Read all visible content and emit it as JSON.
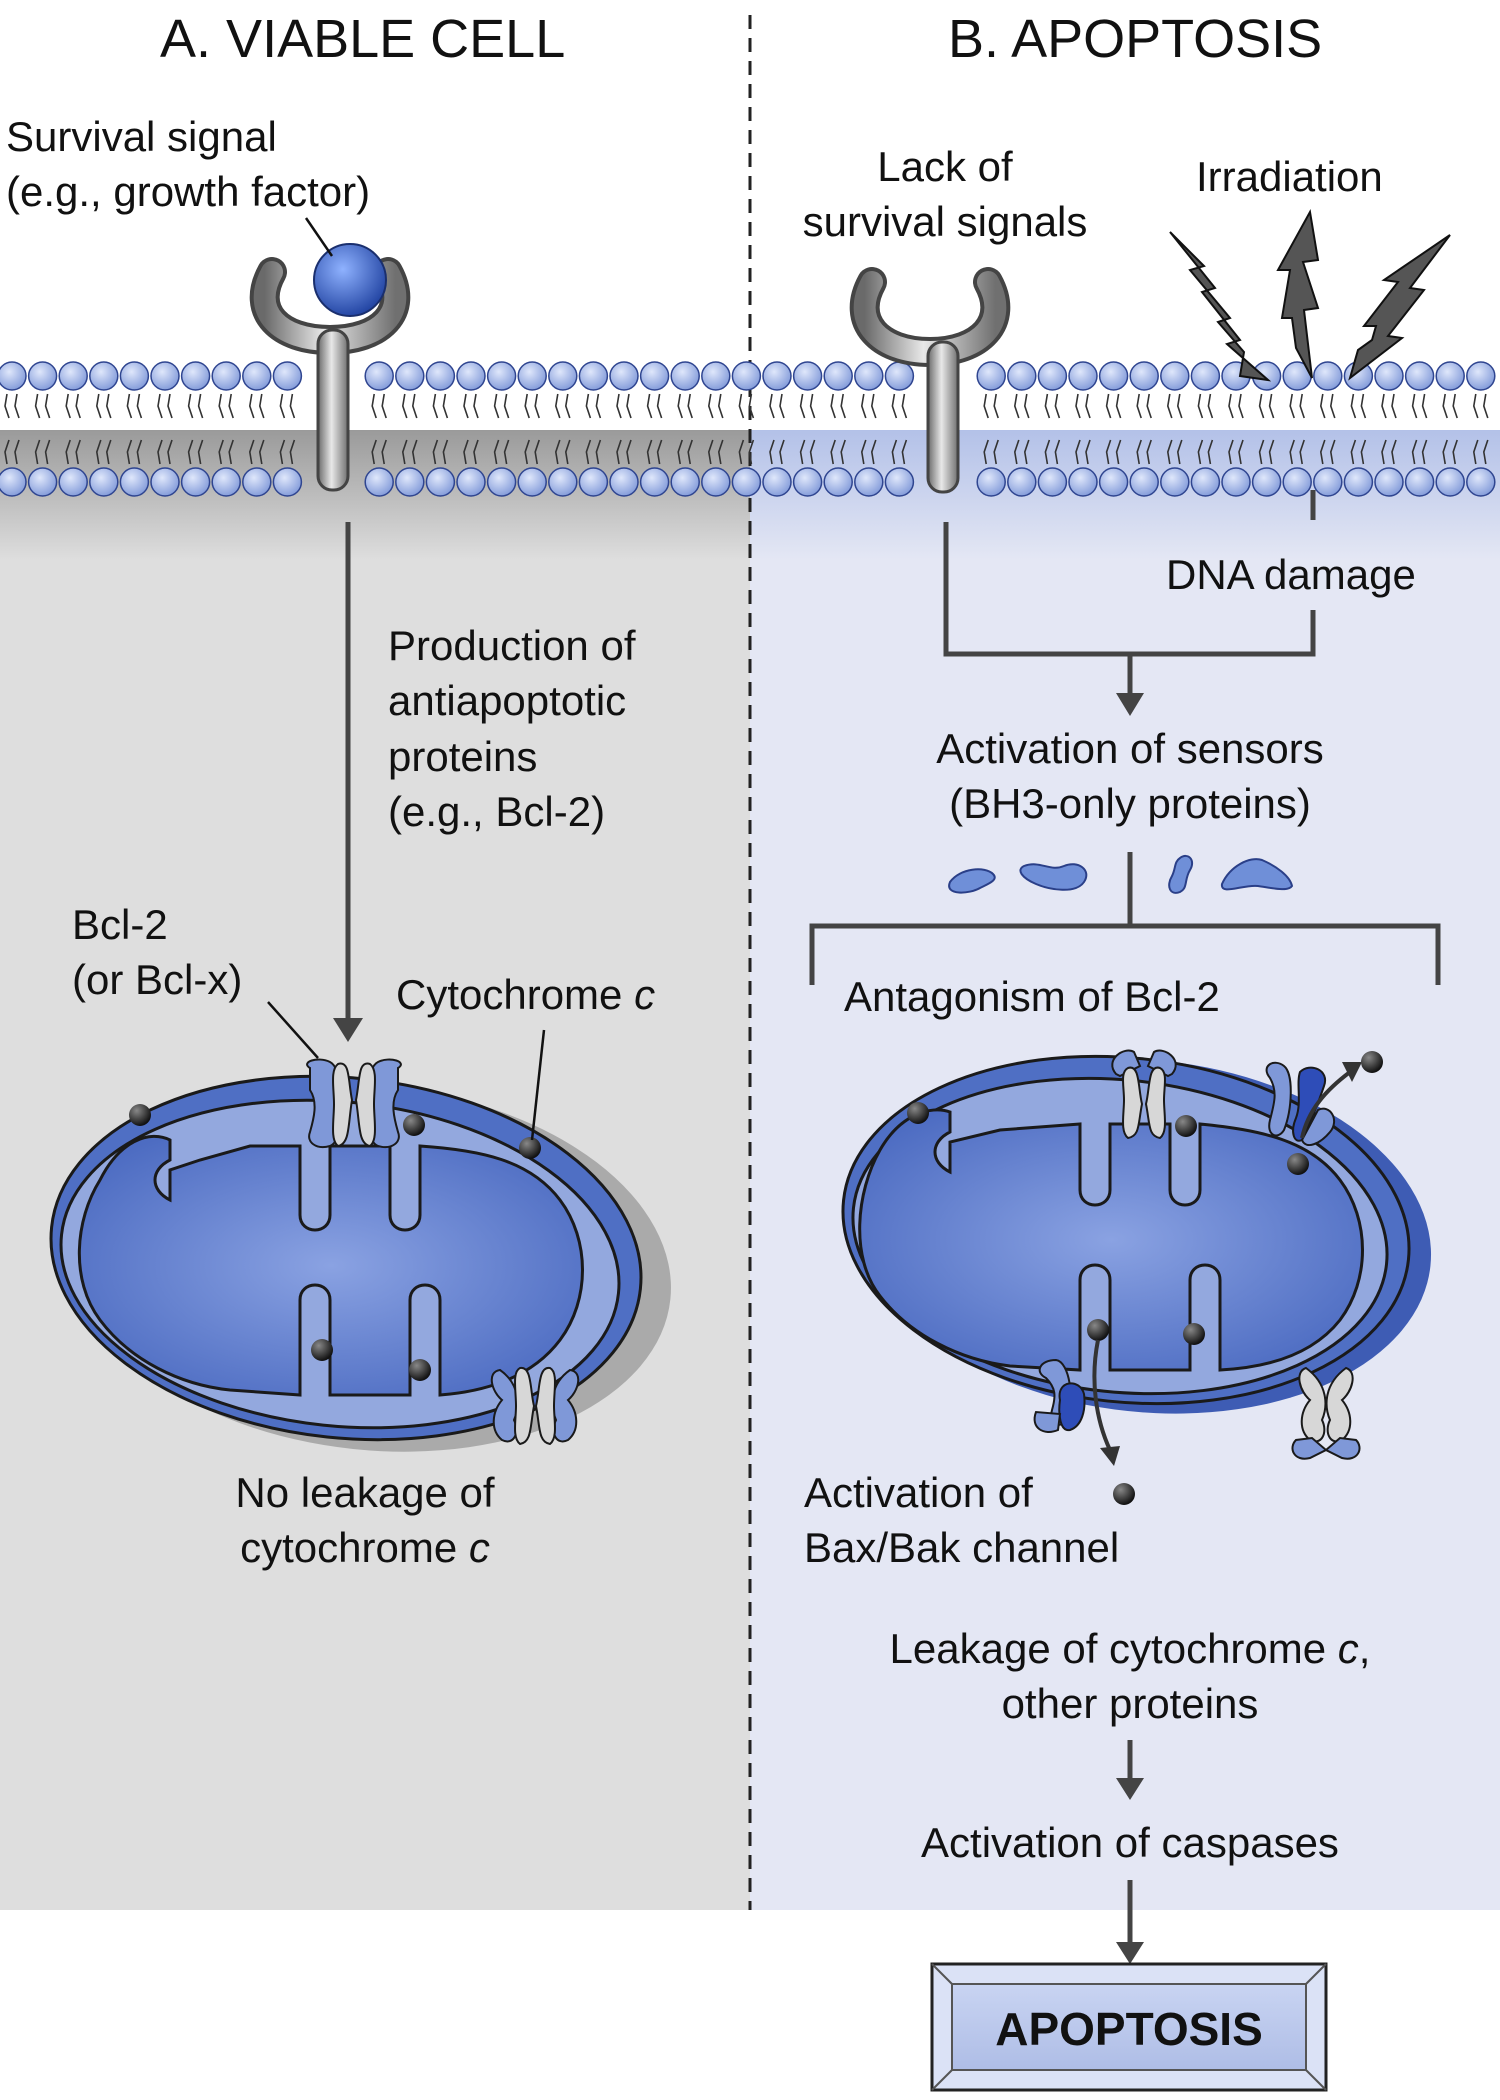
{
  "panel_a": {
    "letter": "A.",
    "title": "VIABLE CELL",
    "signal_line1": "Survival signal",
    "signal_line2": "(e.g., growth factor)",
    "production_lines": [
      "Production of",
      "antiapoptotic",
      "proteins",
      "(e.g., Bcl-2)"
    ],
    "bcl2_line1": "Bcl-2",
    "bcl2_line2": "(or Bcl-x)",
    "cytochrome_text": "Cytochrome ",
    "cytochrome_c": "c",
    "no_leak_line1": "No leakage of",
    "no_leak_line2": "cytochrome ",
    "no_leak_c": "c"
  },
  "panel_b": {
    "letter": "B.",
    "title": "APOPTOSIS",
    "lack_line1": "Lack of",
    "lack_line2": "survival signals",
    "irradiation": "Irradiation",
    "dna_damage": "DNA damage",
    "sensors_line1": "Activation of sensors",
    "sensors_line2": "(BH3-only proteins)",
    "antagonism": "Antagonism of Bcl-2",
    "baxbak_line1": "Activation of",
    "baxbak_line2": "Bax/Bak channel",
    "leakage_line1": "Leakage of cytochrome ",
    "leakage_c": "c",
    "leakage_comma": ",",
    "leakage_line2": "other proteins",
    "caspases": "Activation of caspases",
    "apoptosis_box": "APOPTOSIS"
  },
  "colors": {
    "panel_a_bg": "#dedede",
    "panel_b_bg": "#e4e7f4",
    "mito_blue": "#4f6fc4",
    "mito_light": "#93a8de",
    "membrane_blue": "#8fa6de",
    "receptor_gray": "#8a8a8a",
    "protein_blue": "#6f8fd8"
  }
}
